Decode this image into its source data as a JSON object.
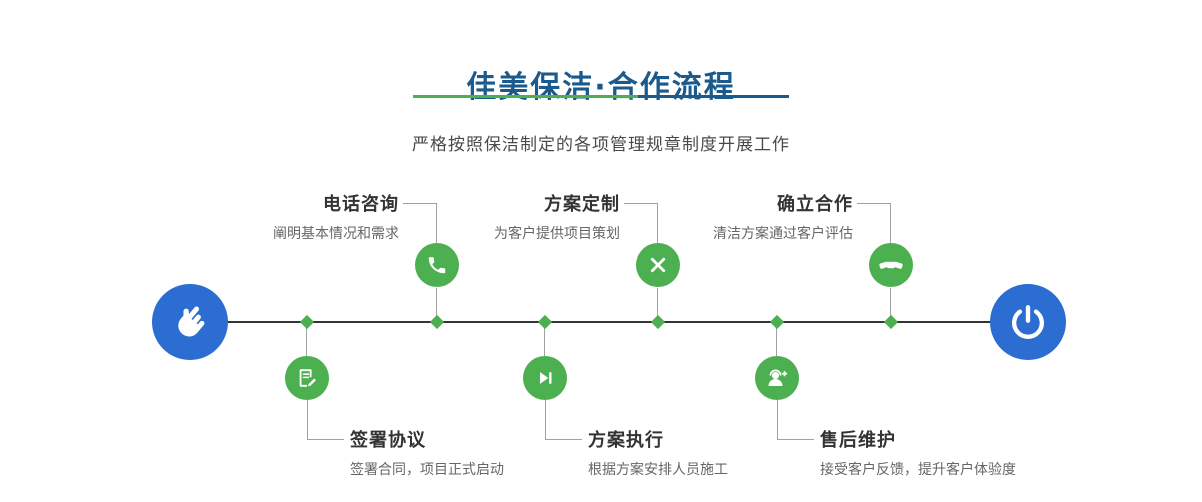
{
  "header": {
    "title": "佳美保洁·合作流程",
    "subtitle": "严格按照保洁制定的各项管理规章制度开展工作"
  },
  "colors": {
    "accent_green": "#4caf50",
    "underline_green": "#6fb03c",
    "accent_blue": "#2b6dd0",
    "title_blue": "#1a5a8c"
  },
  "timeline": {
    "start_node_icon": "pointer-hand-icon",
    "end_node_icon": "power-icon",
    "top_steps": [
      {
        "title": "电话咨询",
        "desc": "阐明基本情况和需求",
        "icon": "phone-icon"
      },
      {
        "title": "方案定制",
        "desc": "为客户提供项目策划",
        "icon": "design-tools-icon"
      },
      {
        "title": "确立合作",
        "desc": "清洁方案通过客户评估",
        "icon": "handshake-icon"
      }
    ],
    "bottom_steps": [
      {
        "title": "签署协议",
        "desc": "签署合同，项目正式启动",
        "icon": "contract-icon"
      },
      {
        "title": "方案执行",
        "desc": "根据方案安排人员施工",
        "icon": "play-next-icon"
      },
      {
        "title": "售后维护",
        "desc": "接受客户反馈，提升客户体验度",
        "icon": "headset-icon"
      }
    ]
  }
}
